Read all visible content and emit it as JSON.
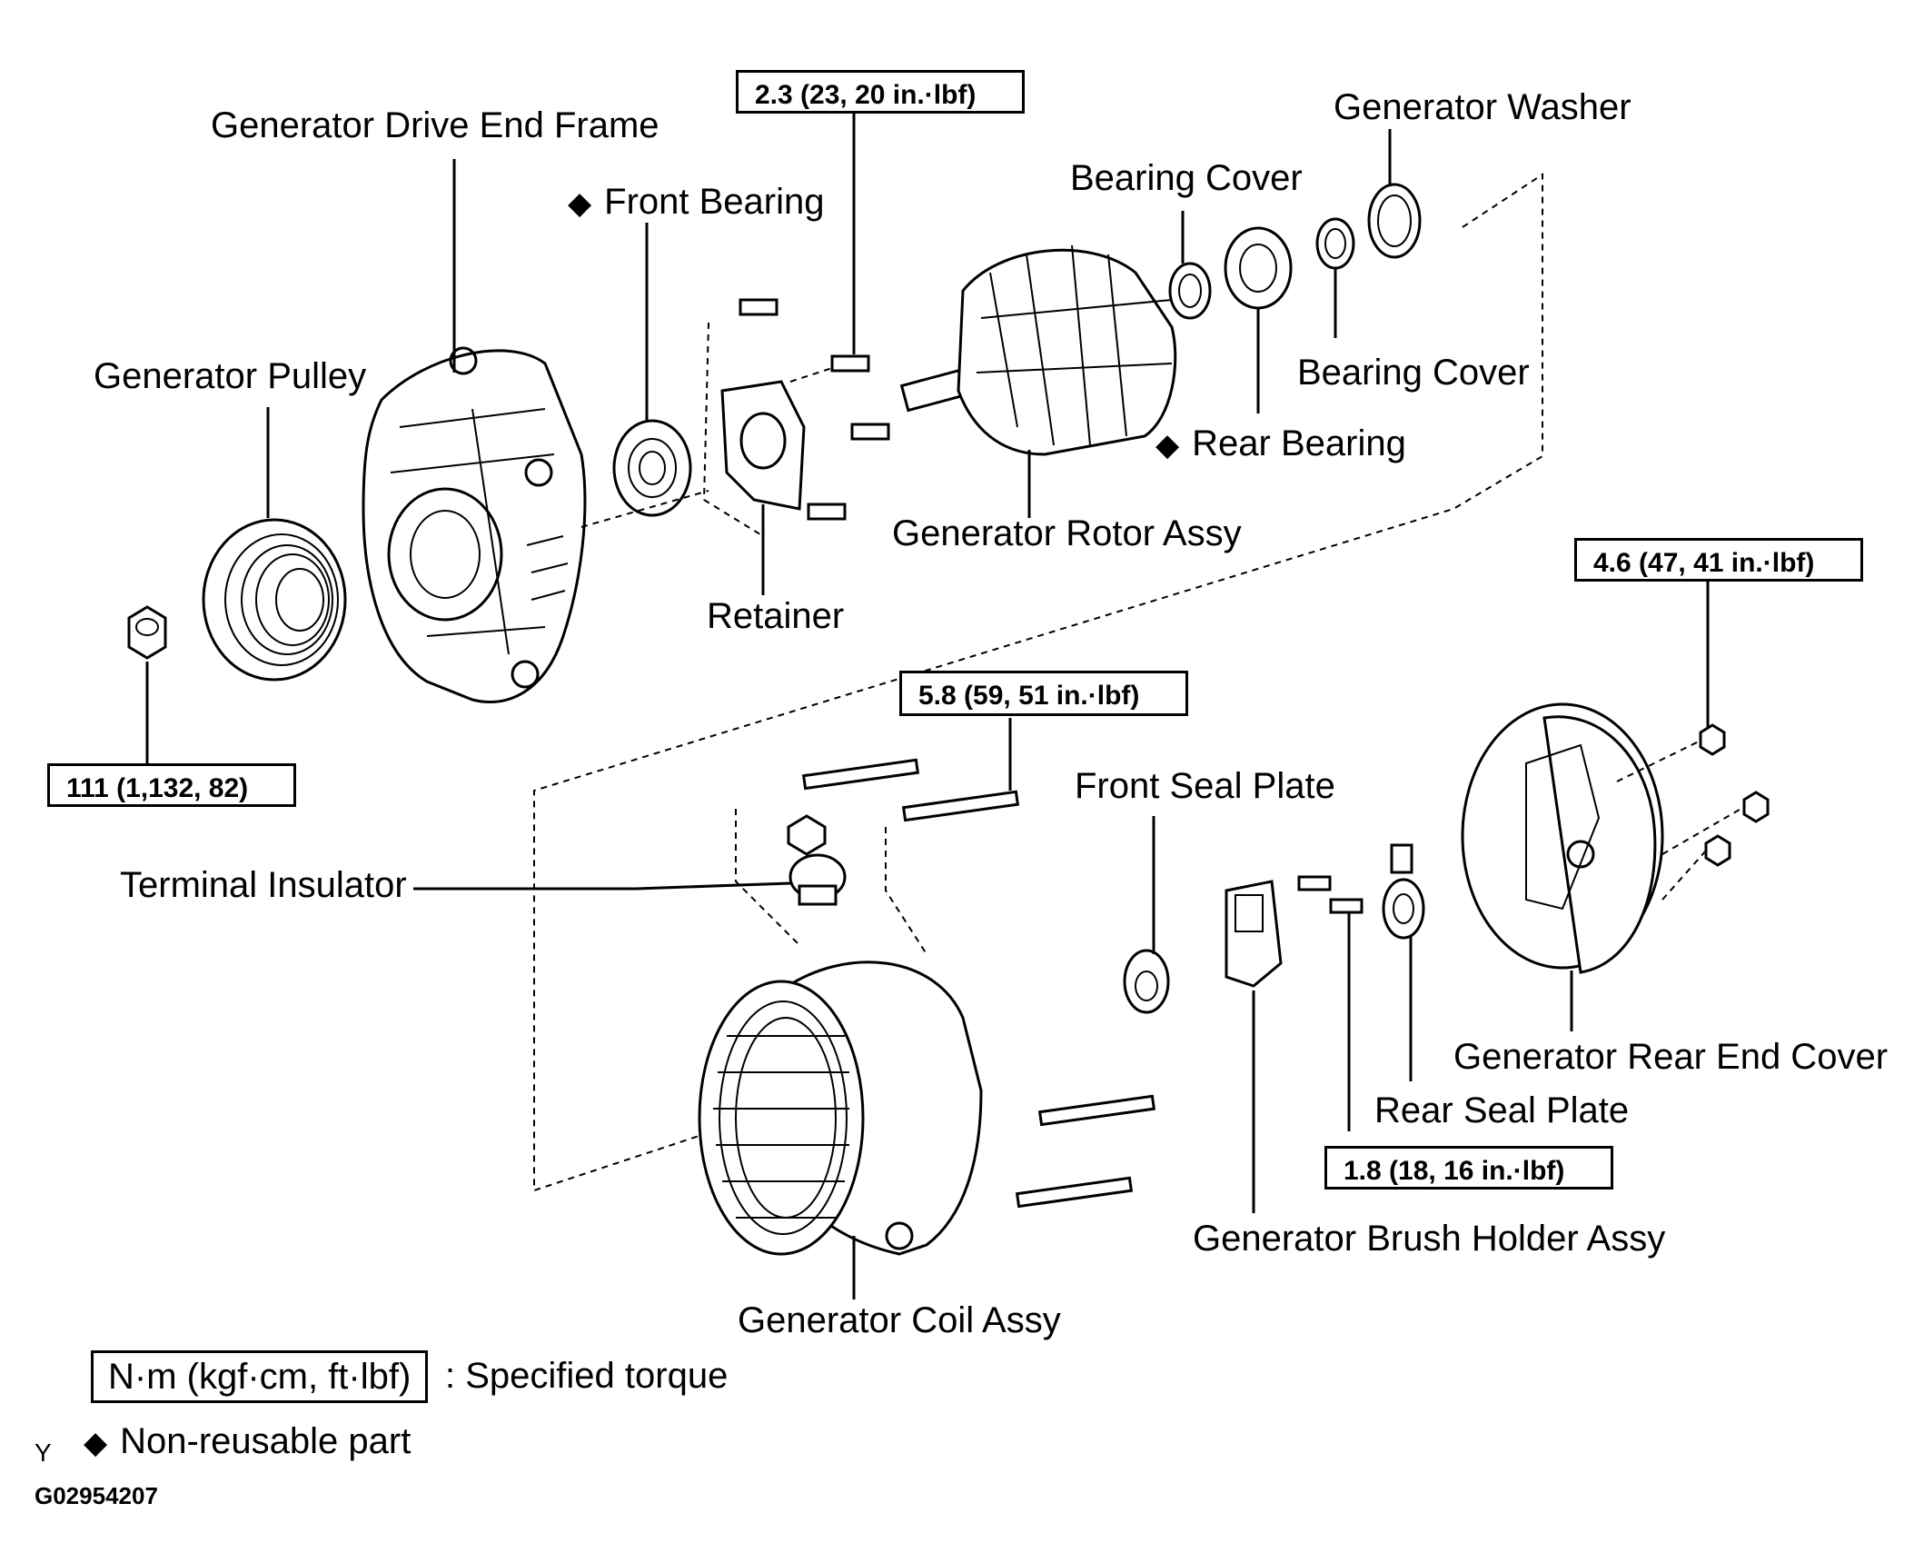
{
  "labels": {
    "drive_end_frame": "Generator Drive End Frame",
    "front_bearing": "Front Bearing",
    "bearing_cover_top": "Bearing Cover",
    "generator_washer": "Generator Washer",
    "generator_pulley": "Generator Pulley",
    "bearing_cover_right": "Bearing Cover",
    "rear_bearing": "Rear Bearing",
    "rotor_assy": "Generator Rotor Assy",
    "retainer": "Retainer",
    "front_seal_plate": "Front Seal Plate",
    "terminal_insulator": "Terminal Insulator",
    "rear_end_cover": "Generator Rear End Cover",
    "rear_seal_plate": "Rear Seal Plate",
    "brush_holder_assy": "Generator Brush Holder Assy",
    "coil_assy": "Generator Coil Assy"
  },
  "torques": {
    "retainer_bolts": "2.3 (23, 20 in.·lbf)",
    "pulley_nut": "111 (1,132, 82)",
    "frame_bolts": "5.8 (59, 51 in.·lbf)",
    "rear_cover_nuts": "4.6 (47, 41 in.·lbf)",
    "brush_holder_bolts": "1.8 (18, 16 in.·lbf)"
  },
  "legend": {
    "torque_unit": "N·m (kgf·cm, ft·lbf)",
    "torque_desc": ": Specified torque",
    "nonreusable_symbol": "◆",
    "nonreusable_desc": "Non-reusable part"
  },
  "corner_mark": "Y",
  "figure_id": "G02954207"
}
